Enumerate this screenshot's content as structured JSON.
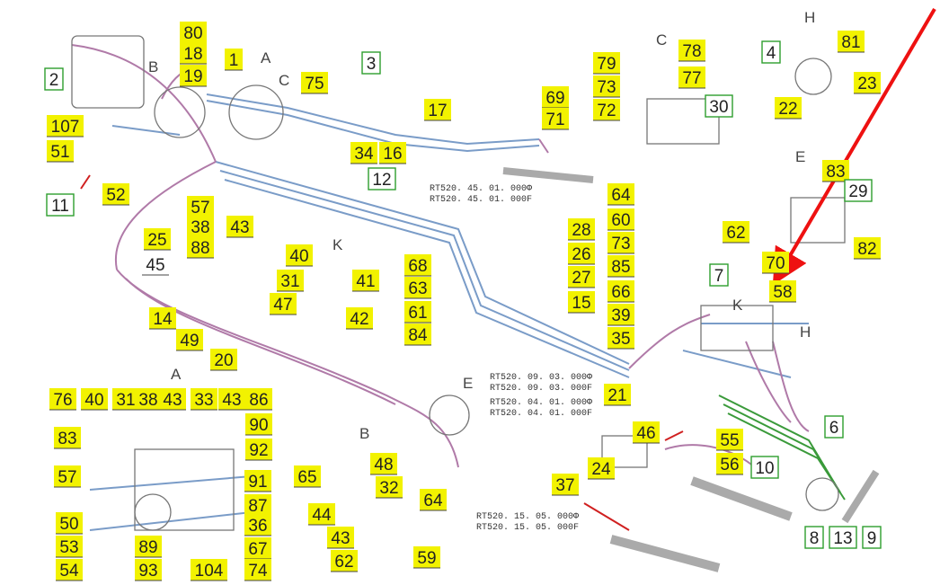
{
  "diagram": {
    "callouts_yellow": [
      "80",
      "18",
      "19",
      "1",
      "75",
      "17",
      "69",
      "71",
      "107",
      "51",
      "52",
      "57",
      "38",
      "43",
      "88",
      "25",
      "34",
      "16",
      "40",
      "31",
      "41",
      "47",
      "42",
      "14",
      "49",
      "20",
      "68",
      "63",
      "61",
      "84",
      "28",
      "26",
      "27",
      "15",
      "64",
      "60",
      "73",
      "85",
      "66",
      "39",
      "35",
      "21",
      "46",
      "24",
      "37",
      "55",
      "56",
      "76",
      "40",
      "31",
      "38",
      "43",
      "33",
      "43",
      "86",
      "90",
      "92",
      "83",
      "57",
      "91",
      "87",
      "36",
      "67",
      "50",
      "53",
      "54",
      "89",
      "93",
      "104",
      "74",
      "65",
      "48",
      "32",
      "44",
      "43",
      "62",
      "64",
      "59",
      "79",
      "73",
      "72",
      "78",
      "77",
      "81",
      "23",
      "22",
      "83",
      "62",
      "70",
      "82",
      "58"
    ],
    "callouts_green": [
      "2",
      "11",
      "3",
      "12",
      "7",
      "10",
      "6",
      "8",
      "13",
      "9",
      "30",
      "4",
      "29"
    ],
    "callouts_plain": [
      "45"
    ],
    "section_letters": [
      "A",
      "B",
      "C",
      "C",
      "H",
      "E",
      "K",
      "H",
      "A",
      "B",
      "E",
      "K"
    ],
    "references": [
      "RT520. 45. 01. 000Ф",
      "RT520. 45. 01. 000F",
      "RT520. 09. 03. 000Ф",
      "RT520. 09. 03. 000F",
      "RT520. 04. 01. 000Ф",
      "RT520. 04. 01. 000F",
      "RT520. 15. 05. 000Ф",
      "RT520. 15. 05. 000F"
    ],
    "colors": {
      "callout_fill": "#f2f200",
      "green_border": "#2e9e2e",
      "hose_pink": "#b07aa8",
      "tube_blue": "#7a9cc8",
      "hose_red": "#d02020",
      "hose_green": "#3a9a3a",
      "arrow_red": "#ee1111"
    }
  }
}
